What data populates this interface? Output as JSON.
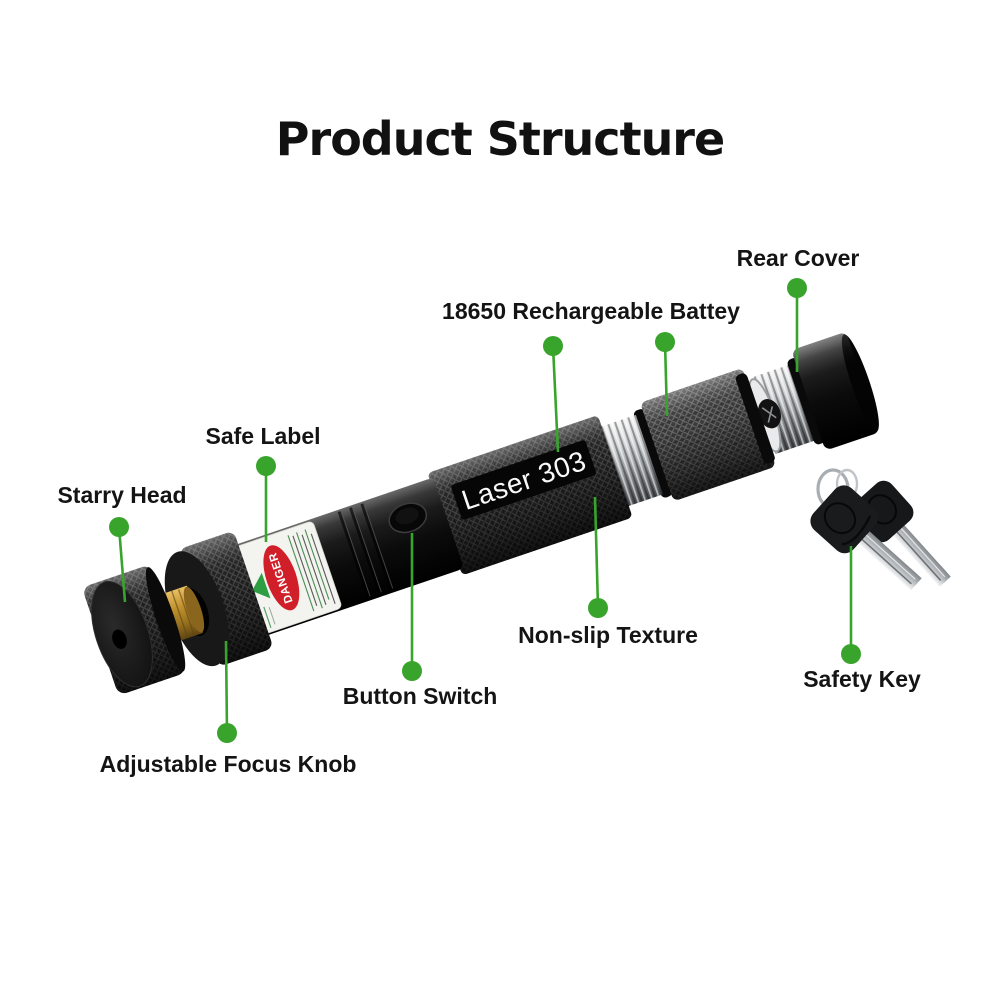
{
  "title": "Product Structure",
  "product": {
    "model_label": "Laser 303",
    "danger_text": "DANGER"
  },
  "annotations": {
    "rear_cover": "Rear Cover",
    "battery": "18650 Rechargeable Battey",
    "safe_label": "Safe Label",
    "starry_head": "Starry Head",
    "non_slip": "Non-slip Texture",
    "button_switch": "Button Switch",
    "focus_knob": "Adjustable Focus Knob",
    "safety_key": "Safety Key"
  },
  "colors": {
    "annotation_green": "#38a42c",
    "danger_red": "#d01f28",
    "brass_gold": "#b9892c",
    "title_color": "#111111"
  }
}
